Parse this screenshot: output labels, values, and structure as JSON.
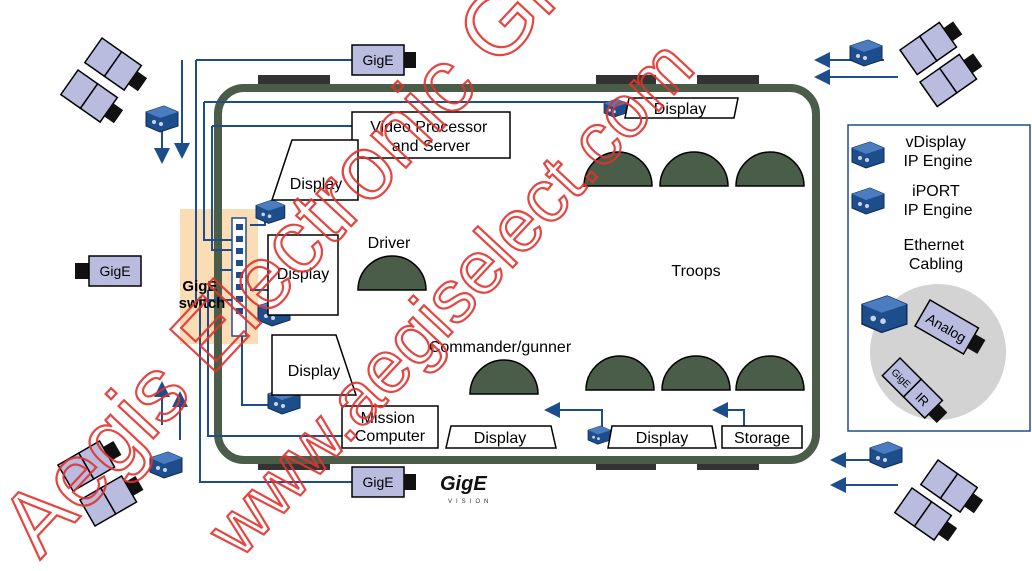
{
  "diagram": {
    "labels": {
      "gige_top": "GigE",
      "gige_left": "GigE",
      "gige_bottom": "GigE",
      "gige_switch": "GigE\nswitch",
      "video_processor": "Video Processor\nand Server",
      "display_top": "Display",
      "display_left_top": "Display",
      "display_left_mid": "Display",
      "display_left_bottom": "Display",
      "display_bottom_1": "Display",
      "display_bottom_2": "Display",
      "driver": "Driver",
      "troops": "Troops",
      "commander": "Commander/gunner",
      "mission_computer": "Mission\nComputer",
      "storage": "Storage",
      "analog": "Analog",
      "ir": "IR",
      "gige_small": "GigE"
    },
    "legend": {
      "vdisplay": "vDisplay\nIP Engine",
      "iport": "iPORT\nIP Engine",
      "ethernet": "Ethernet\nCabling"
    },
    "logo": {
      "text": "GigE",
      "subtext": "VISION"
    },
    "watermark": {
      "line1": "Aegis Electronic Group",
      "line2": "www.aegiselect.com"
    },
    "colors": {
      "vehicle_outline": "#4a5d48",
      "troop_fill": "#4a5d48",
      "cable": "#1e4d8c",
      "camera_fill": "#b9bcde",
      "switch_highlight": "#f9d7a8",
      "legend_circle": "#d3d3d3",
      "watermark": "#e2322e"
    }
  }
}
